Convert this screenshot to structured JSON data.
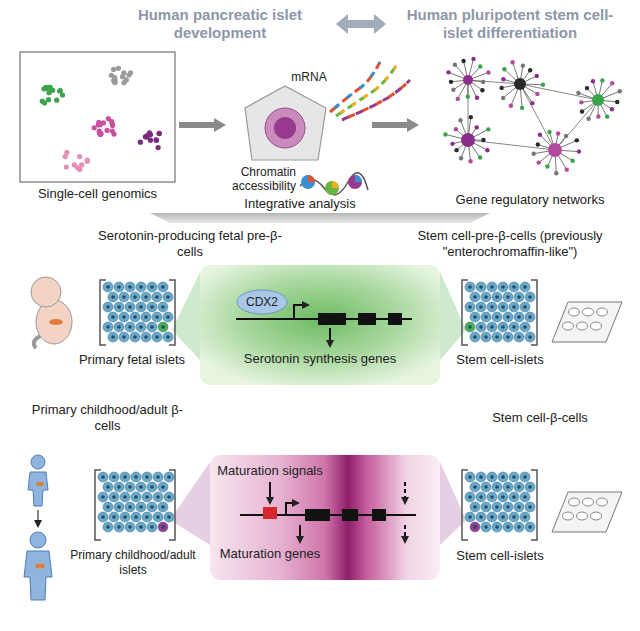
{
  "diagram": {
    "nodes": [
      {
        "text": [
          "Single-cell genomics"
        ]
      },
      {
        "text": [
          "Integrative analysis"
        ]
      },
      {
        "text": [
          "Gene regulatory networks"
        ]
      },
      {
        "text": [
          "Primary fetal islets"
        ]
      },
      {
        "text": [
          "Serotonin synthesis genes"
        ]
      },
      {
        "text": [
          "Stem cell-islets"
        ]
      },
      {
        "text": [
          "Primary childhood/adult islets"
        ]
      },
      {
        "text": [
          "Maturation signals",
          "Maturation genes"
        ]
      },
      {
        "text": [
          "Stem cell-islets"
        ]
      }
    ],
    "edges": [
      {
        "from": 0,
        "to": 1,
        "arrow": "to"
      },
      {
        "from": 1,
        "to": 2,
        "arrow": "to"
      }
    ],
    "labels": [
      "Human pancreatic islet development",
      "Human pluripotent stem cell-islet differentiation",
      "mRNA",
      "Chromatin accessibility",
      "Serotonin-producing fetal pre-β-cells",
      "Stem cell-pre-β-cells (previously \"enterochromaffin-like\")",
      "CDX2",
      "Primary childhood/adult β-cells",
      "Stem cell-β-cells"
    ]
  }
}
